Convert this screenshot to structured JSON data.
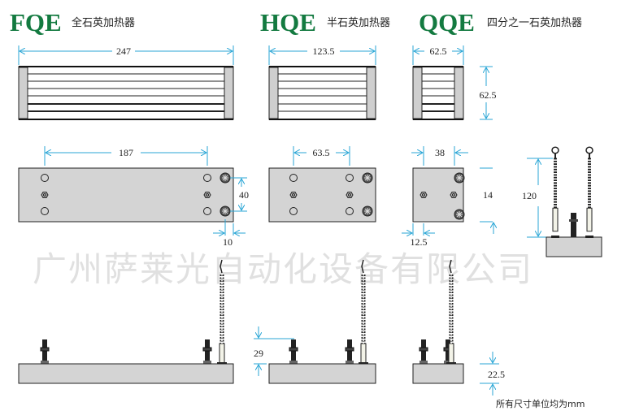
{
  "models": [
    {
      "code": "FQE",
      "name": "全石英加热器",
      "width": "247",
      "hole_spacing": "187",
      "hole_pitch": "40",
      "edge_offset": "10"
    },
    {
      "code": "HQE",
      "name": "半石英加热器",
      "width": "123.5",
      "hole_spacing": "63.5"
    },
    {
      "code": "QQE",
      "name": "四分之一石英加热器",
      "width": "62.5",
      "height": "62.5",
      "hole_spacing": "38",
      "edge_offset": "12.5",
      "hole_offset": "14",
      "lead_length": "120",
      "body_thickness": "22.5"
    }
  ],
  "stud_height": "29",
  "watermark": "广州萨莱光自动化设备有限公司",
  "footnote": "所有尺寸单位均为mm",
  "colors": {
    "brand_green": "#137a40",
    "dimension_blue": "#2aa6d6",
    "body_gray": "#d4d4d4"
  }
}
